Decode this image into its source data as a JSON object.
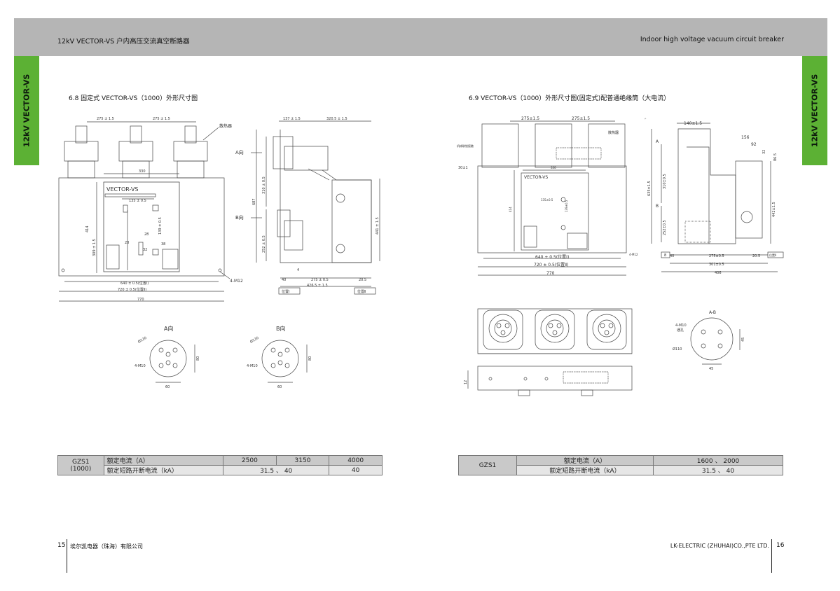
{
  "header": {
    "left_title": "12kV VECTOR-VS 户内高压交流真空断路器",
    "right_title": "Indoor high voltage vacuum circuit breaker"
  },
  "side_tab": {
    "label": "12kV VECTOR-VS"
  },
  "colors": {
    "header_band": "#b5b5b5",
    "tab_green": "#5cb134",
    "table_dark": "#c9c9c9",
    "table_light": "#e6e6e6"
  },
  "left_section": {
    "title": "6.8 固定式 VECTOR-VS（1000）外形尺寸图",
    "front": {
      "dims_top": [
        "275 ± 1.5",
        "275 ± 1.5"
      ],
      "heat_sink": "散热器",
      "d330": "330",
      "plate": "VECTOR-VS",
      "d135": "135 ± 0.5",
      "d139": "139 ± 0.5",
      "d28a": "28",
      "d28b": "28",
      "d32": "32",
      "d38": "38",
      "d414": "414",
      "d309": "309 ± 1.5",
      "d640": "640 ± 0.5(位置Ⅰ)",
      "d720": "720 ± 0.5(位置Ⅱ)",
      "d770": "770",
      "m12": "4-M12"
    },
    "side": {
      "dir_a": "A向",
      "dir_b": "B向",
      "d137": "137 ± 1.5",
      "d320": "320.5 ± 1.5",
      "d687": "687",
      "d310": "310 ± 0.5",
      "d252": "252 ± 0.5",
      "d441": "441 ± 1.5",
      "d40": "40",
      "d4": "4",
      "d275": "275 ± 0.5",
      "d20_5": "20.5",
      "d426": "426.5 ± 1.5",
      "pos1": "位置Ⅰ",
      "pos2": "位置Ⅱ"
    },
    "view_a": {
      "title": "A向",
      "dia": "Ø130",
      "m": "4-M10",
      "h": "80",
      "w": "60"
    },
    "view_b": {
      "title": "B向",
      "dia": "Ø130",
      "m": "4-M10",
      "h": "80",
      "w": "60"
    }
  },
  "right_section": {
    "title": "6.9 VECTOR-VS（1000）外形尺寸图(固定式)配普通绝缘筒（大电流）",
    "front": {
      "dims_top": [
        "275±1.5",
        "275±1.5"
      ],
      "heat_sink": "散热器",
      "mech_label": "机械联锁接触",
      "d30": "30±1",
      "plate": "VECTOR-VS",
      "d330": "330",
      "d135": "135±0.5",
      "d139": "139±0.5",
      "d414": "414",
      "d640": "640 ± 0.5(位置Ⅰ)",
      "d720": "720 ± 0.5(位置Ⅱ)",
      "d770": "770",
      "m12": "4-M12"
    },
    "side": {
      "d140": "140±1.5",
      "d156": "156",
      "d92": "92",
      "d32": "32",
      "d865": "86.5",
      "a": "A",
      "b": "B",
      "d635": "635±1.5",
      "d310": "310±0.5",
      "d252": "252±0.5",
      "d442": "442±1.5",
      "d40": "40",
      "d8": "8",
      "d275": "275±0.5",
      "d20_5": "20.5",
      "d301": "301±0.5",
      "d406": "406",
      "pos1": "位置Ⅰ",
      "pos2": "位置Ⅱ"
    },
    "view_ab": {
      "title": "A-B",
      "m": "4-M10",
      "thru": "通孔",
      "dia": "Ø110",
      "h": "45",
      "w": "45"
    },
    "bottom": {
      "d12": "12"
    }
  },
  "table_left": {
    "model": "GZS1",
    "model_sub": "(1000)",
    "row1_label": "额定电流（A）",
    "row1_values": [
      "2500",
      "3150",
      "4000"
    ],
    "row2_label": "额定短路开断电流（kA）",
    "row2_values": [
      "31.5 、 40",
      "40"
    ]
  },
  "table_right": {
    "model": "GZS1",
    "row1_label": "额定电流（A）",
    "row1_value": "1600 、 2000",
    "row2_label": "额定短路开断电流（kA）",
    "row2_value": "31.5 、 40"
  },
  "footer": {
    "left_page": "15",
    "left_company": "埃尔凯电器（珠海）有限公司",
    "right_company": "LK-ELECTRIC (ZHUHAI)CO.,PTE LTD.",
    "right_page": "16"
  }
}
